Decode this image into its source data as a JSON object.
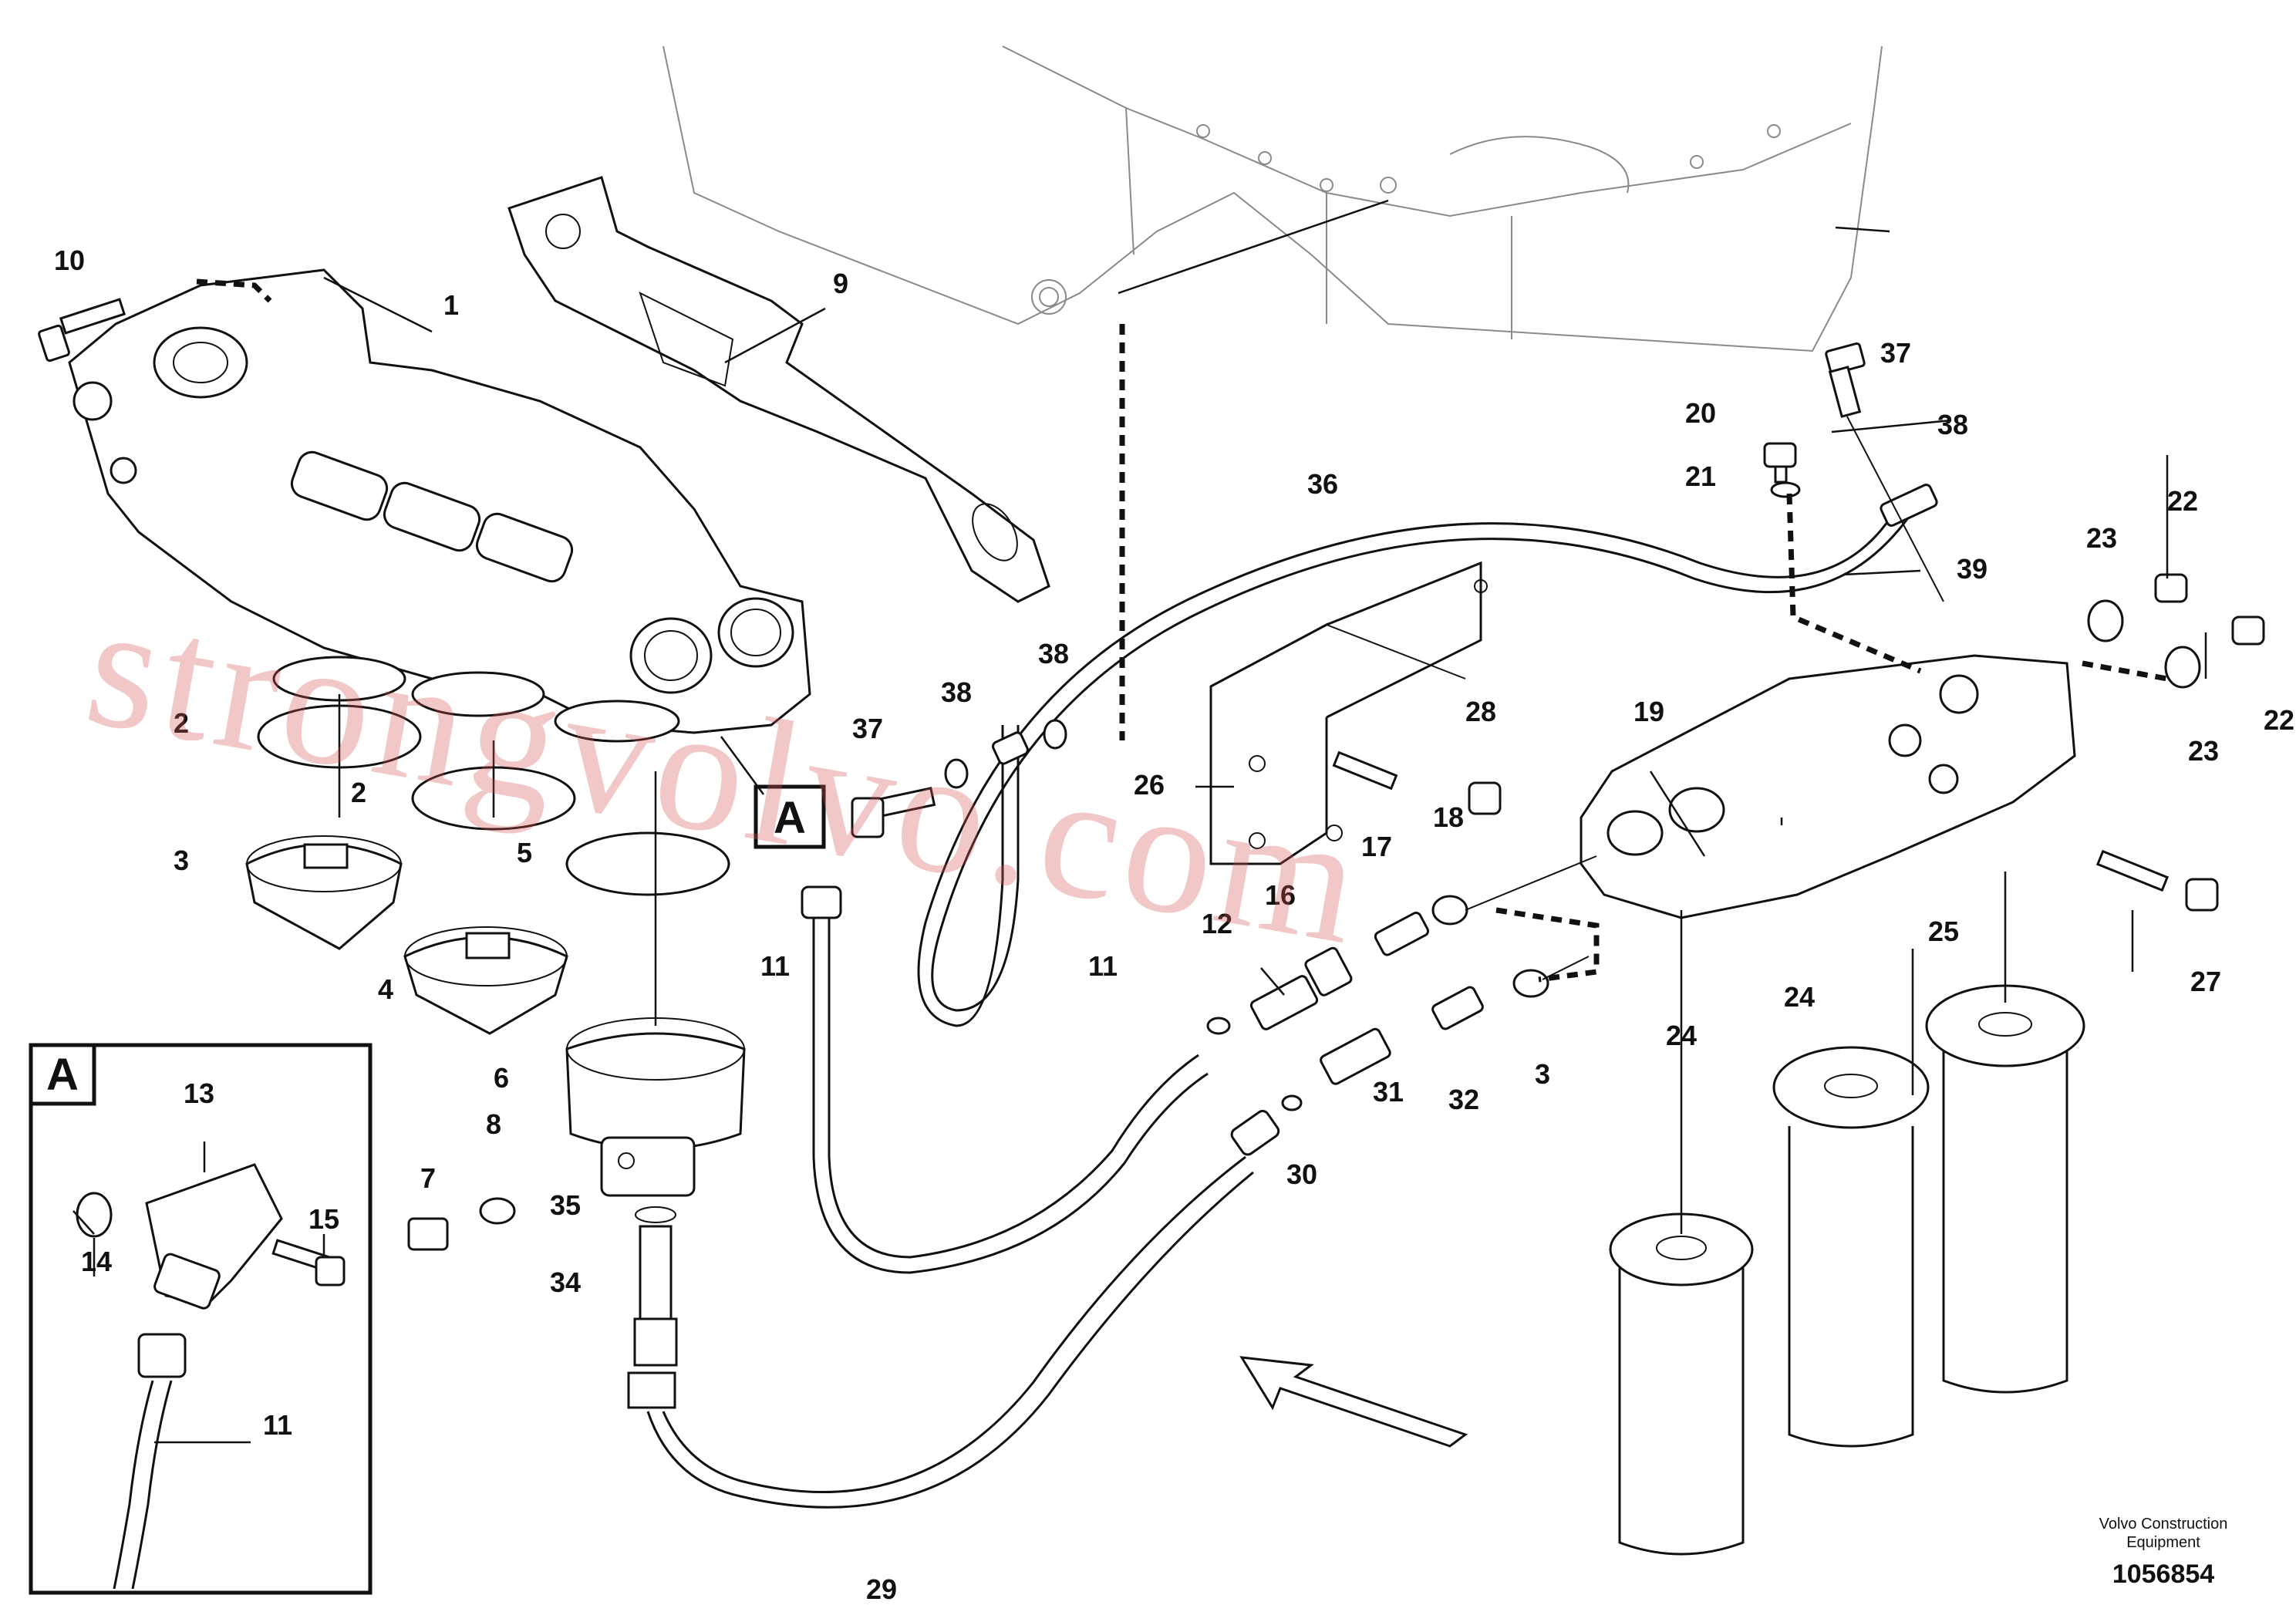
{
  "callout_labels": [
    "1",
    "2",
    "2",
    "3",
    "3",
    "4",
    "5",
    "6",
    "7",
    "8",
    "9",
    "10",
    "11",
    "11",
    "11",
    "12",
    "13",
    "14",
    "15",
    "16",
    "17",
    "18",
    "19",
    "20",
    "21",
    "22",
    "22",
    "23",
    "23",
    "24",
    "24",
    "25",
    "26",
    "27",
    "28",
    "29",
    "30",
    "31",
    "32",
    "34",
    "35",
    "36",
    "37",
    "37",
    "38",
    "38",
    "38",
    "39"
  ],
  "detail_view": {
    "label": "A",
    "inset_label": "A"
  },
  "watermark": "strongvolvo.com",
  "credit": {
    "line1": "Volvo Construction",
    "line2": "Equipment"
  },
  "drawing_number": "1056854"
}
